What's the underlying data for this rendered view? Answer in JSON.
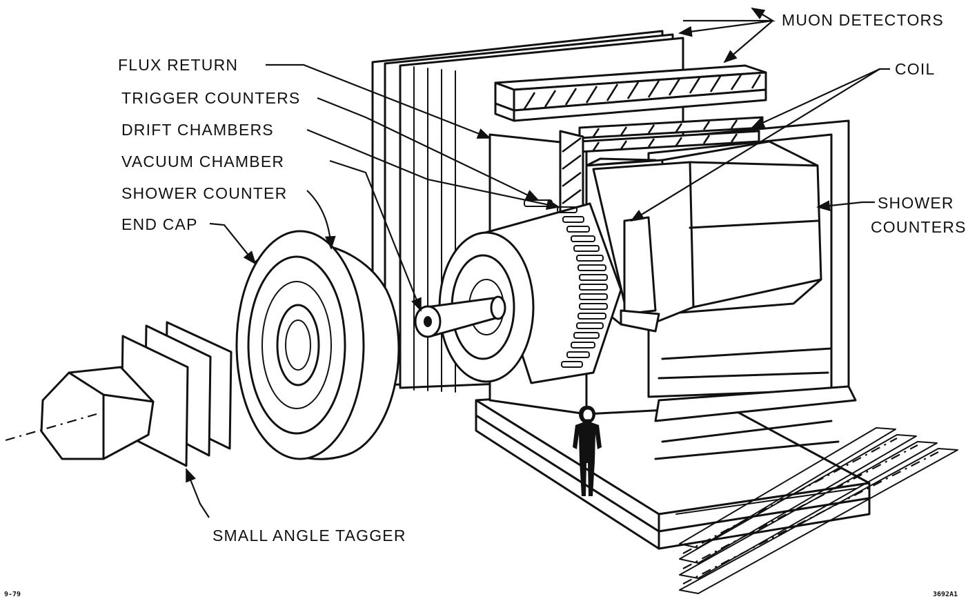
{
  "labels": {
    "muon_detectors": "MUON DETECTORS",
    "flux_return": "FLUX RETURN",
    "coil": "COIL",
    "trigger_counters": "TRIGGER COUNTERS",
    "drift_chambers": "DRIFT CHAMBERS",
    "vacuum_chamber": "VACUUM CHAMBER",
    "shower_counter": "SHOWER COUNTER",
    "end_cap": "END CAP",
    "shower_counters_line1": "SHOWER",
    "shower_counters_line2": "COUNTERS",
    "small_angle_tagger": "SMALL ANGLE TAGGER"
  },
  "footer": {
    "date_code": "9-79",
    "figure_code": "3692A1"
  },
  "colors": {
    "ink": "#111111",
    "paper": "#ffffff"
  }
}
